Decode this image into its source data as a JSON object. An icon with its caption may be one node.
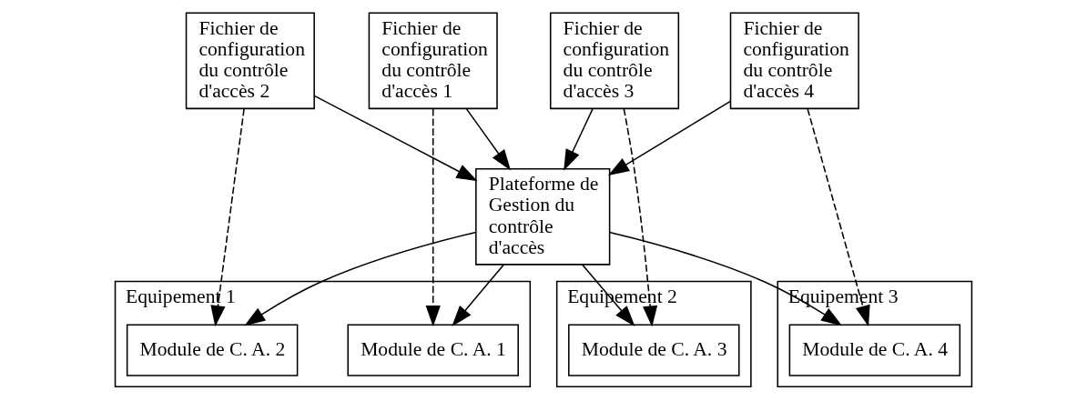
{
  "diagram": {
    "nodes": [
      {
        "text": [
          "Fichier de configuration du contrôle d'accès 1"
        ]
      },
      {
        "text": [
          "Fichier de configuration du contrôle d'accès 2"
        ]
      },
      {
        "text": [
          "Fichier de configuration du contrôle d'accès 3"
        ]
      },
      {
        "text": [
          "Fichier de configuration du contrôle d'accès 4"
        ]
      },
      {
        "text": [
          "Plateforme de Gestion du contrôle d'accès"
        ]
      },
      {
        "text": [
          "Equipement 1"
        ]
      },
      {
        "text": [
          "Module de C. A. 1"
        ],
        "in": 5
      },
      {
        "text": [
          "Module de C. A. 2"
        ],
        "in": 5
      },
      {
        "text": [
          "Equipement 2"
        ]
      },
      {
        "text": [
          "Module de C. A. 3"
        ],
        "in": 8
      },
      {
        "text": [
          "Equipement 3"
        ]
      },
      {
        "text": [
          "Module de C. A. 4"
        ],
        "in": 10
      }
    ],
    "edges": [
      {
        "from": 0,
        "to": 4,
        "arrow": "to"
      },
      {
        "from": 1,
        "to": 4,
        "arrow": "to"
      },
      {
        "from": 2,
        "to": 4,
        "arrow": "to"
      },
      {
        "from": 3,
        "to": 4,
        "arrow": "to"
      },
      {
        "from": 0,
        "to": 6,
        "arrow": "to",
        "style": "dashed"
      },
      {
        "from": 1,
        "to": 7,
        "arrow": "to",
        "style": "dashed"
      },
      {
        "from": 2,
        "to": 9,
        "arrow": "to",
        "style": "dashed"
      },
      {
        "from": 3,
        "to": 11,
        "arrow": "to",
        "style": "dashed"
      },
      {
        "from": 4,
        "to": 6,
        "arrow": "to"
      },
      {
        "from": 4,
        "to": 7,
        "arrow": "to"
      },
      {
        "from": 4,
        "to": 9,
        "arrow": "to"
      },
      {
        "from": 4,
        "to": 11,
        "arrow": "to"
      }
    ]
  }
}
